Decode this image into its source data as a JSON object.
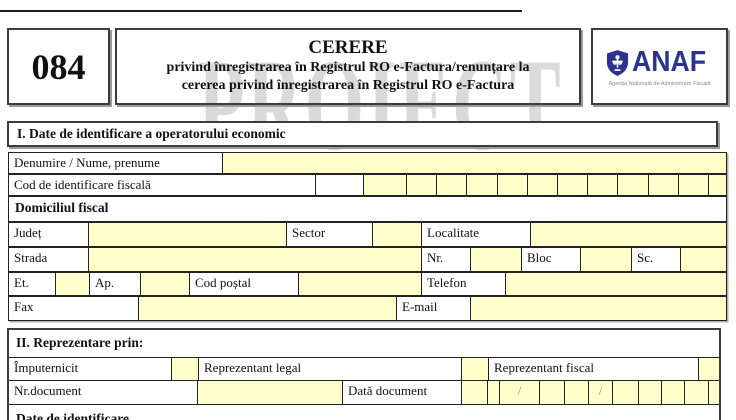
{
  "page": {
    "watermark": "PROIECT"
  },
  "header": {
    "form_number": "084",
    "title_line1": "CERERE",
    "title_line2": "privind înregistrarea în Registrul RO e-Factura/renunțare la",
    "title_line3": "cererea privind înregistrarea în Registrul RO e-Factura",
    "logo": {
      "wordmark": "ANAF",
      "subtitle": "Agenția Națională de Administrare Fiscală",
      "navy": "#2b3390"
    }
  },
  "section1": {
    "title": "I. Date de identificare a operatorului economic",
    "labels": {
      "denumire": "Denumire / Nume, prenume",
      "cod_fiscal": "Cod de identificare fiscală",
      "domiciliul": "Domiciliul fiscal",
      "judet": "Județ",
      "sector": "Sector",
      "localitate": "Localitate",
      "strada": "Strada",
      "nr": "Nr.",
      "bloc": "Bloc",
      "sc": "Sc.",
      "et": "Et.",
      "ap": "Ap.",
      "cod_postal": "Cod poștal",
      "telefon": "Telefon",
      "fax": "Fax",
      "email": "E-mail"
    },
    "cif_char_box_count": 10,
    "field_values": {
      "denumire": "",
      "cod_fiscal": "",
      "judet": "",
      "sector": "",
      "localitate": "",
      "strada": "",
      "nr": "",
      "bloc": "",
      "sc": "",
      "et": "",
      "ap": "",
      "cod_postal": "",
      "telefon": "",
      "fax": "",
      "email": ""
    }
  },
  "section2": {
    "title": "II. Reprezentare prin:",
    "labels": {
      "imputernicit": "Împuternicit",
      "reprezentant_legal": "Reprezentant legal",
      "reprezentant_fiscal": "Reprezentant fiscal",
      "nr_document": "Nr.document",
      "data_document": "Dată document"
    },
    "date_cells": [
      "",
      "/",
      "",
      "",
      "/",
      "",
      "",
      "",
      "",
      ""
    ],
    "field_values": {
      "nr_document": "",
      "data_document": ""
    }
  },
  "section3": {
    "title": "Date de identificare"
  },
  "colors": {
    "field_yellow": "#ffffcc",
    "anaf_navy": "#2b3390",
    "watermark_gray": "#dadada",
    "date_separator_blue": "#7d93a8"
  }
}
